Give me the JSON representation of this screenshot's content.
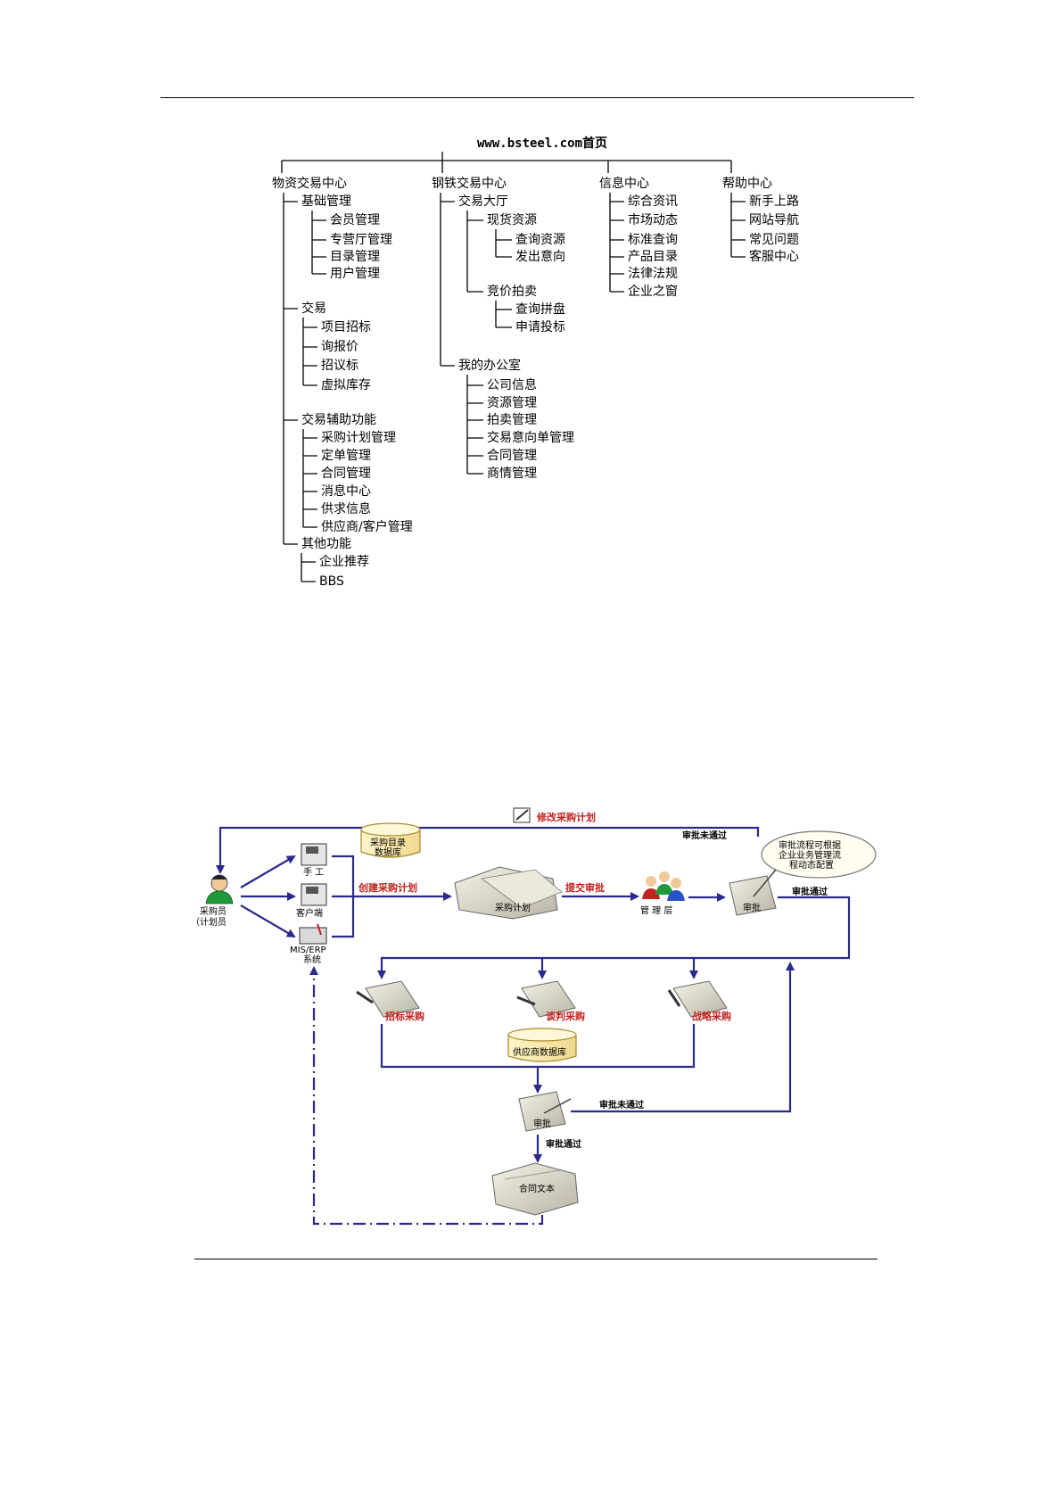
{
  "tree": {
    "root": "www.bsteel.com首页",
    "nodes": [
      {
        "id": "c1",
        "label": "物资交易中心"
      },
      {
        "id": "c1a",
        "label": "基础管理"
      },
      {
        "id": "c1a1",
        "label": "会员管理"
      },
      {
        "id": "c1a2",
        "label": "专营厅管理"
      },
      {
        "id": "c1a3",
        "label": "目录管理"
      },
      {
        "id": "c1a4",
        "label": "用户管理"
      },
      {
        "id": "c1b",
        "label": "交易"
      },
      {
        "id": "c1b1",
        "label": "项目招标"
      },
      {
        "id": "c1b2",
        "label": "询报价"
      },
      {
        "id": "c1b3",
        "label": "招议标"
      },
      {
        "id": "c1b4",
        "label": "虚拟库存"
      },
      {
        "id": "c1c",
        "label": "交易辅助功能"
      },
      {
        "id": "c1c1",
        "label": "采购计划管理"
      },
      {
        "id": "c1c2",
        "label": "定单管理"
      },
      {
        "id": "c1c3",
        "label": "合同管理"
      },
      {
        "id": "c1c4",
        "label": "消息中心"
      },
      {
        "id": "c1c5",
        "label": "供求信息"
      },
      {
        "id": "c1c6",
        "label": "供应商/客户管理"
      },
      {
        "id": "c1d",
        "label": "其他功能"
      },
      {
        "id": "c1d1",
        "label": "企业推荐"
      },
      {
        "id": "c1d2",
        "label": "BBS"
      },
      {
        "id": "c2",
        "label": "钢铁交易中心"
      },
      {
        "id": "c2a",
        "label": "交易大厅"
      },
      {
        "id": "c2a1",
        "label": "现货资源"
      },
      {
        "id": "c2a1a",
        "label": "查询资源"
      },
      {
        "id": "c2a1b",
        "label": "发出意向"
      },
      {
        "id": "c2a2",
        "label": "竞价拍卖"
      },
      {
        "id": "c2a2a",
        "label": "查询拼盘"
      },
      {
        "id": "c2a2b",
        "label": "申请投标"
      },
      {
        "id": "c2b",
        "label": "我的办公室"
      },
      {
        "id": "c2b1",
        "label": "公司信息"
      },
      {
        "id": "c2b2",
        "label": "资源管理"
      },
      {
        "id": "c2b3",
        "label": "拍卖管理"
      },
      {
        "id": "c2b4",
        "label": "交易意向单管理"
      },
      {
        "id": "c2b5",
        "label": "合同管理"
      },
      {
        "id": "c2b6",
        "label": "商情管理"
      },
      {
        "id": "c3",
        "label": "信息中心"
      },
      {
        "id": "c3a",
        "label": "综合资讯"
      },
      {
        "id": "c3b",
        "label": "市场动态"
      },
      {
        "id": "c3c",
        "label": "标准查询"
      },
      {
        "id": "c3d",
        "label": "产品目录"
      },
      {
        "id": "c3e",
        "label": "法律法规"
      },
      {
        "id": "c3f",
        "label": "企业之窗"
      },
      {
        "id": "c4",
        "label": "帮助中心"
      },
      {
        "id": "c4a",
        "label": "新手上路"
      },
      {
        "id": "c4b",
        "label": "网站导航"
      },
      {
        "id": "c4c",
        "label": "常见问题"
      },
      {
        "id": "c4d",
        "label": "客服中心"
      }
    ]
  },
  "flow": {
    "modify_plan": "修改采购计划",
    "approve_fail_top": "审批未通过",
    "approve_note": [
      "审批流程可根据",
      "企业业务管理流",
      "程动态配置"
    ],
    "purchaser": [
      "采购员",
      "（计划员"
    ],
    "catalog_db": [
      "采购目录",
      "数据库"
    ],
    "manual": "手 工",
    "client": "客户端",
    "erp": [
      "MIS/ERP",
      "系统"
    ],
    "create_plan": "创建采购计划",
    "purchase_plan": "采购计划",
    "submit": "提交审批",
    "management": "管 理 层",
    "approve": "审批",
    "approve_pass_right": "审批通过",
    "tender": "招标采购",
    "negotiate": "谈判采购",
    "strategic": "战略采购",
    "supplier_db": "供应商数据库",
    "approve2": "审批",
    "approve_fail_bottom": "审批未通过",
    "approve_pass_bottom": "审批通过",
    "contract": "合同文本",
    "colors": {
      "line": "#2a2a8c",
      "red": "#c0221e",
      "green": "#1e9a3a"
    }
  }
}
